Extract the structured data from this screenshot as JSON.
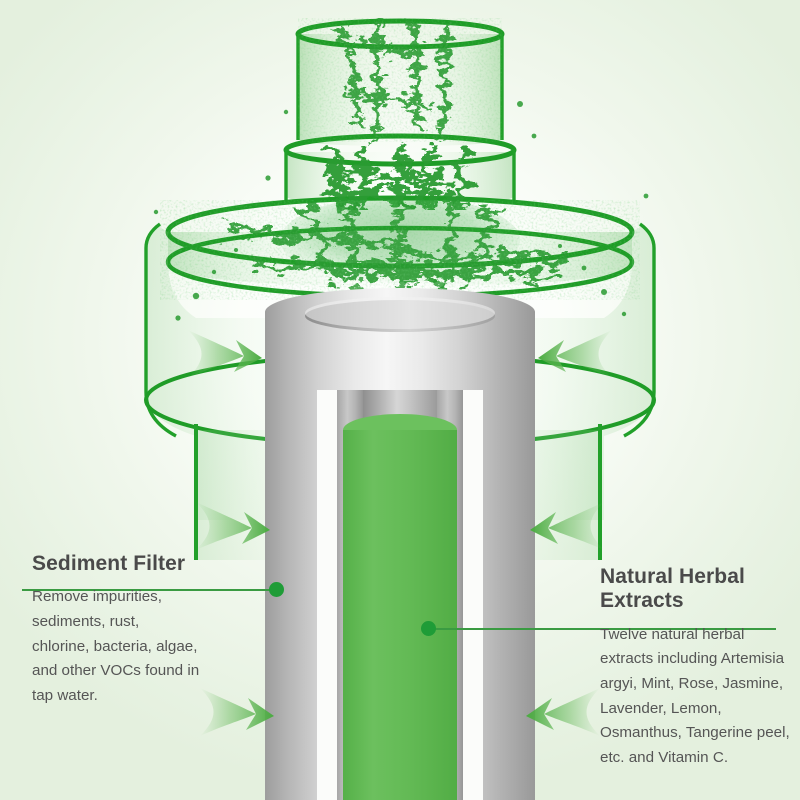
{
  "graphic": {
    "subject": "water-filter-cartridge-cutaway",
    "background_color": "#e7f2e2",
    "accent_green": "#3a9b42",
    "core_green": "#5cb84c",
    "glass_outline_green": "#22a02a",
    "metal_gray": "#b5b5b5",
    "splash_green": "#2a9b31"
  },
  "callouts": [
    {
      "id": "sediment-filter",
      "title": "Sediment Filter",
      "body": "Remove impurities, sediments, rust, chlorine, bacteria, algae, and other VOCs found in tap water.",
      "side": "left"
    },
    {
      "id": "natural-herbal-extracts",
      "title": "Natural Herbal\nExtracts",
      "body": "Twelve natural herbal extracts including Artemisia argyi, Mint, Rose, Jasmine, Lavender, Lemon, Osmanthus, Tangerine peel, etc. and Vitamin C.",
      "side": "right"
    }
  ]
}
